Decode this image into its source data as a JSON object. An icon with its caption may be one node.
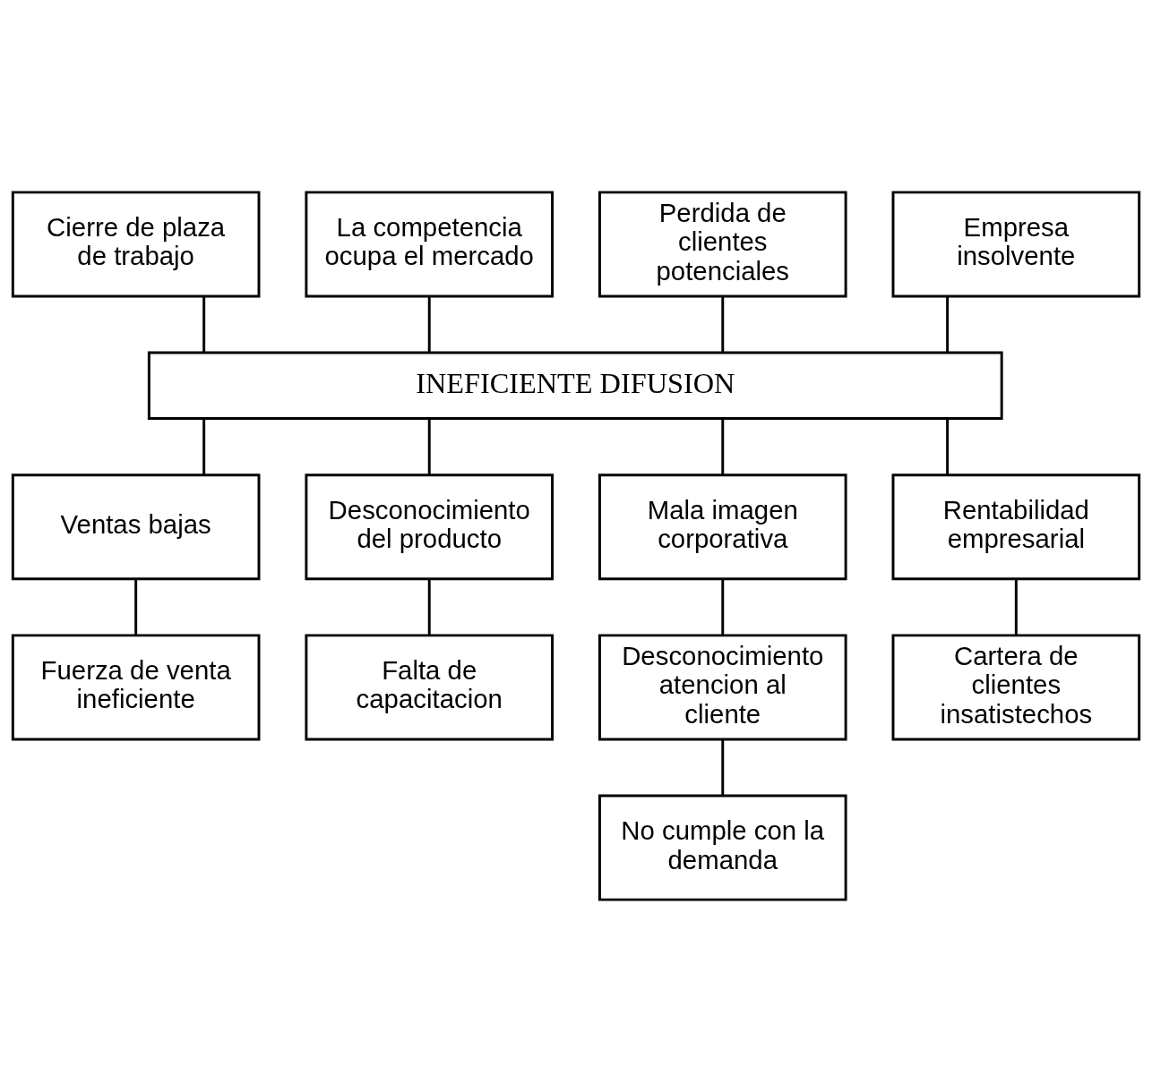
{
  "diagram": {
    "nodes": [
      {
        "text": [
          "Cierre de plaza de trabajo"
        ]
      },
      {
        "text": [
          "La competencia ocupa el mercado"
        ]
      },
      {
        "text": [
          "Perdida de clientes potenciales"
        ]
      },
      {
        "text": [
          "Empresa insolvente"
        ]
      },
      {
        "text": [
          "INEFICIENTE DIFUSION"
        ]
      },
      {
        "text": [
          "Ventas bajas"
        ]
      },
      {
        "text": [
          "Desconocimiento del producto"
        ]
      },
      {
        "text": [
          "Mala imagen corporativa"
        ]
      },
      {
        "text": [
          "Rentabilidad empresarial"
        ]
      },
      {
        "text": [
          "Fuerza de venta ineficiente"
        ]
      },
      {
        "text": [
          "Falta de capacitacion"
        ]
      },
      {
        "text": [
          "Desconocimiento atencion al cliente"
        ]
      },
      {
        "text": [
          "Cartera de clientes insatistechos"
        ]
      },
      {
        "text": [
          "No cumple con la demanda"
        ]
      }
    ],
    "edges": [
      {
        "from": 0,
        "to": 4,
        "arrow": "none"
      },
      {
        "from": 1,
        "to": 4,
        "arrow": "none"
      },
      {
        "from": 2,
        "to": 4,
        "arrow": "none"
      },
      {
        "from": 3,
        "to": 4,
        "arrow": "none"
      },
      {
        "from": 4,
        "to": 5,
        "arrow": "none"
      },
      {
        "from": 4,
        "to": 6,
        "arrow": "none"
      },
      {
        "from": 4,
        "to": 7,
        "arrow": "none"
      },
      {
        "from": 4,
        "to": 8,
        "arrow": "none"
      },
      {
        "from": 5,
        "to": 9,
        "arrow": "none"
      },
      {
        "from": 6,
        "to": 10,
        "arrow": "none"
      },
      {
        "from": 7,
        "to": 11,
        "arrow": "none"
      },
      {
        "from": 8,
        "to": 12,
        "arrow": "none"
      },
      {
        "from": 11,
        "to": 13,
        "arrow": "none"
      }
    ]
  }
}
